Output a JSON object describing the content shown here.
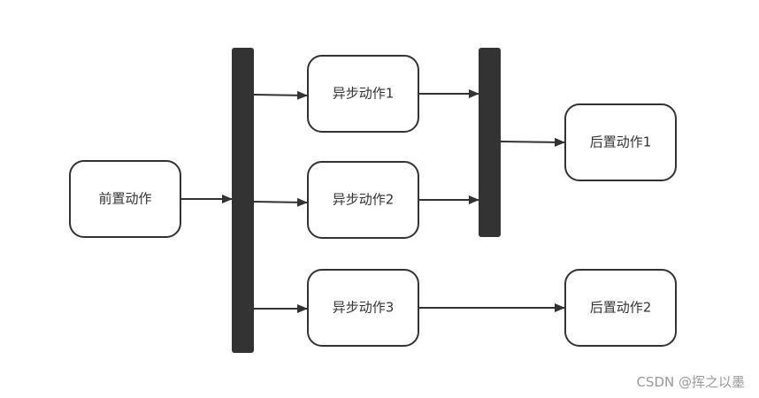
{
  "nodes": {
    "pre_action": "前置动作",
    "async_action_1": "异步动作1",
    "async_action_2": "异步动作2",
    "async_action_3": "异步动作3",
    "post_action_1": "后置动作1",
    "post_action_2": "后置动作2"
  },
  "watermark": "CSDN @挥之以墨"
}
